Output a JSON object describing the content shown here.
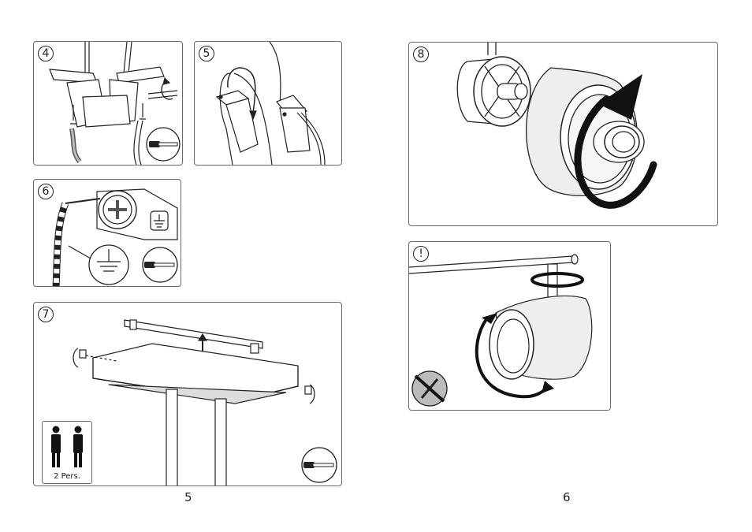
{
  "steps": {
    "s4": "4",
    "s5": "5",
    "s6": "6",
    "s7": "7",
    "s8": "8",
    "warning": "!"
  },
  "persons_label": "2 Pers.",
  "page_numbers": {
    "left": "5",
    "right": "6"
  }
}
